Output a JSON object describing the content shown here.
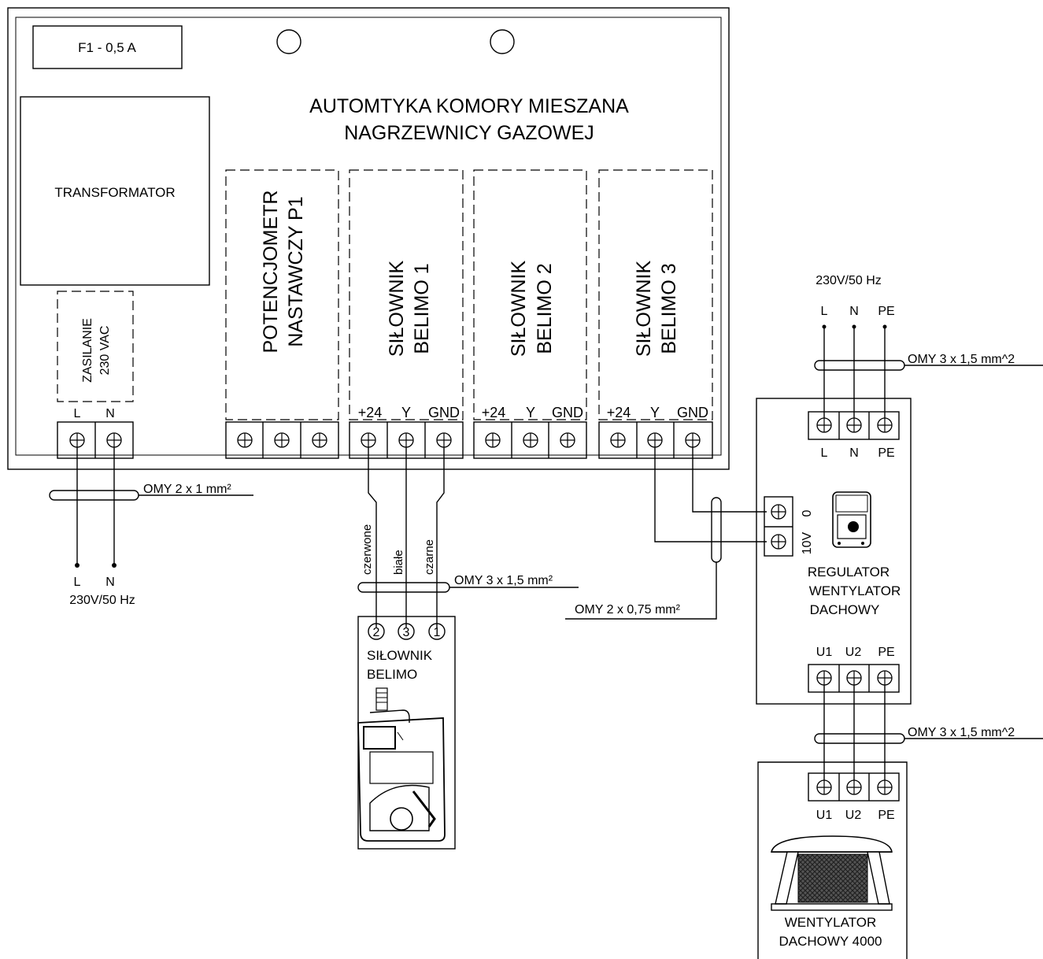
{
  "fuse": "F1 - 0,5 A",
  "title": {
    "line1": "AUTOMTYKA KOMORY MIESZANA",
    "line2": "NAGRZEWNICY GAZOWEJ"
  },
  "transformer": "TRANSFORMATOR",
  "supply_module": {
    "line1": "ZASILANIE",
    "line2": "230 VAC",
    "terminals": [
      "L",
      "N"
    ]
  },
  "potentiometer": {
    "line1": "POTENCJOMETR",
    "line2": "NASTAWCZY P1"
  },
  "actuators": [
    {
      "line1": "SIŁOWNIK",
      "line2": "BELIMO 1",
      "terminals": [
        "+24",
        "Y",
        "GND"
      ]
    },
    {
      "line1": "SIŁOWNIK",
      "line2": "BELIMO 2",
      "terminals": [
        "+24",
        "Y",
        "GND"
      ]
    },
    {
      "line1": "SIŁOWNIK",
      "line2": "BELIMO 3",
      "terminals": [
        "+24",
        "Y",
        "GND"
      ]
    }
  ],
  "supply_bottom": {
    "cable": "OMY 2 x 1 mm²",
    "terminals": [
      "L",
      "N"
    ],
    "voltage": "230V/50 Hz"
  },
  "wire_colors": [
    "czerwone",
    "białe",
    "czarne"
  ],
  "belimo_cable": "OMY 3 x 1,5 mm²",
  "belimo_device": {
    "pins": [
      "2",
      "3",
      "1"
    ],
    "line1": "SIŁOWNIK",
    "line2": "BELIMO"
  },
  "signal_cable": "OMY 2 x 0,75 mm²",
  "supply_right": {
    "voltage": "230V/50 Hz",
    "terminals": [
      "L",
      "N",
      "PE"
    ],
    "cable": "OMY 3 x 1,5 mm^2"
  },
  "regulator": {
    "input_terminals": [
      "L",
      "N",
      "PE"
    ],
    "signal_labels": [
      "0",
      "10V"
    ],
    "line1": "REGULATOR",
    "line2": "WENTYLATOR",
    "line3": "DACHOWY",
    "output_terminals": [
      "U1",
      "U2",
      "PE"
    ]
  },
  "fan_cable": "OMY 3 x 1,5 mm^2",
  "fan": {
    "terminals": [
      "U1",
      "U2",
      "PE"
    ],
    "line1": "WENTYLATOR",
    "line2": "DACHOWY 4000"
  }
}
